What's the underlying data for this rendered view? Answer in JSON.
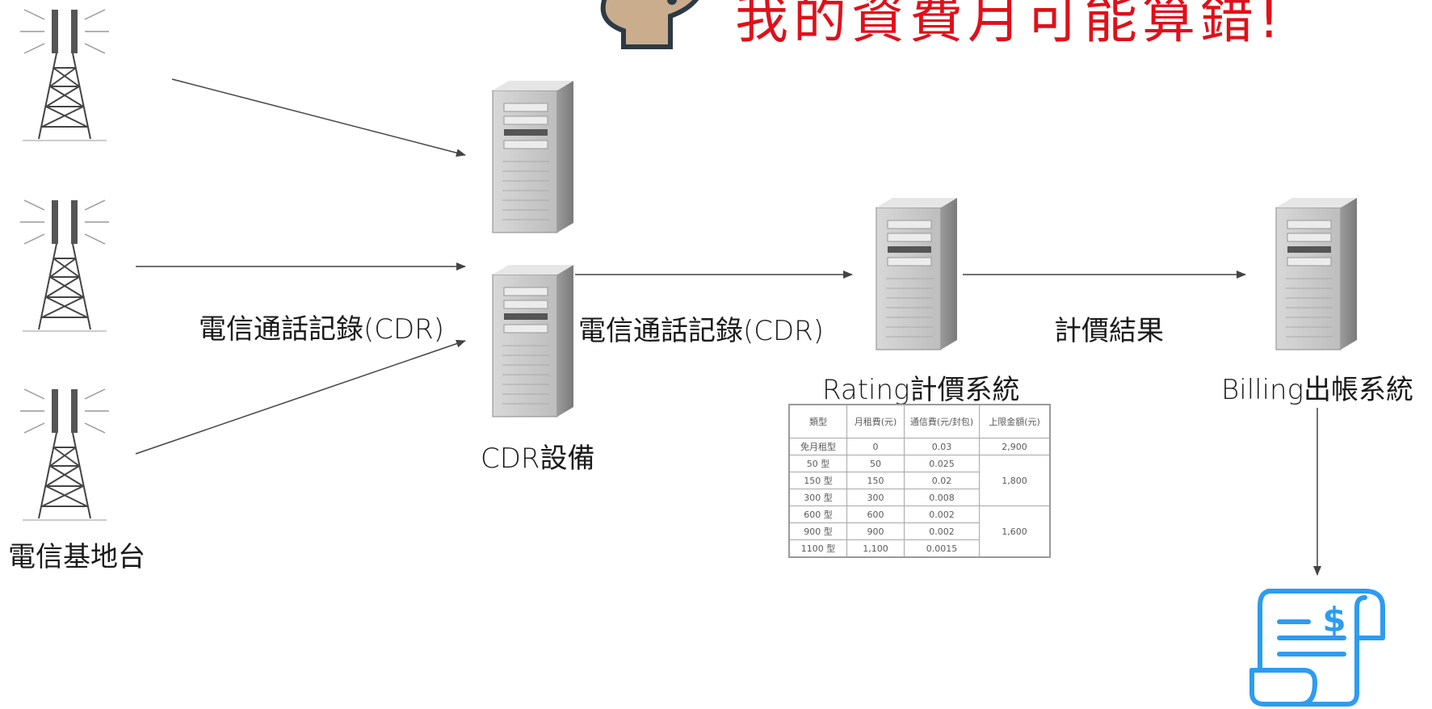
{
  "title": "我的資費月可能算錯!",
  "labels": {
    "base_station": "電信基地台",
    "cdr_left": "電信通話記錄(CDR)",
    "cdr_right": "電信通話記錄(CDR)",
    "cdr_device": "CDR設備",
    "rating_system": "Rating計價系統",
    "rating_result": "計價結果",
    "billing_system": "Billing出帳系統"
  },
  "receipt_symbol": "$",
  "colors": {
    "title": "#e0101a",
    "arrow": "#444444",
    "receipt": "#2d9cf0"
  },
  "table": {
    "headers": [
      "類型",
      "月租費(元)",
      "通信費(元/封包)",
      "上限金額(元)"
    ],
    "rows": [
      [
        "免月租型",
        "0",
        "0.03"
      ],
      [
        "50 型",
        "50",
        "0.025"
      ],
      [
        "150 型",
        "150",
        "0.02"
      ],
      [
        "300 型",
        "300",
        "0.008"
      ],
      [
        "600 型",
        "600",
        "0.002"
      ],
      [
        "900 型",
        "900",
        "0.002"
      ],
      [
        "1100 型",
        "1,100",
        "0.0015"
      ]
    ],
    "caps": [
      "2,900",
      "1,800",
      "1,600"
    ]
  }
}
